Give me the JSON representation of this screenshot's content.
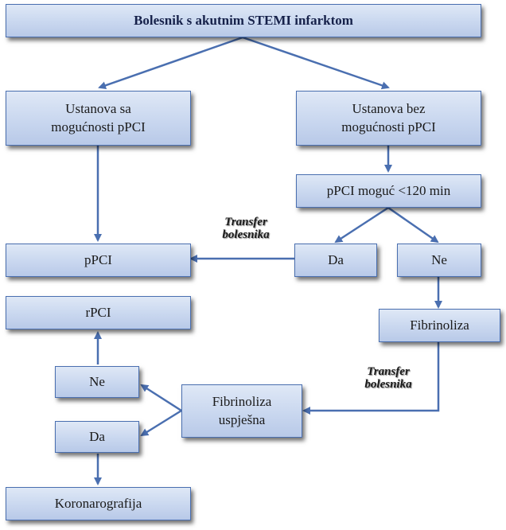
{
  "boxes": {
    "patient": "Bolesnik s akutnim STEMI infarktom",
    "facility_with": {
      "line1": "Ustanova sa",
      "line2": "mogućnosti pPCI"
    },
    "facility_without": {
      "line1": "Ustanova bez",
      "line2": "mogućnosti pPCI"
    },
    "ppci_possible": "pPCI moguć <120 min",
    "ppci": "pPCI",
    "da_right": "Da",
    "ne_right": "Ne",
    "rpci": "rPCI",
    "fibrinolysis": "Fibrinoliza",
    "ne_left": "Ne",
    "fib_success": {
      "line1": "Fibrinoliza",
      "line2": "uspješna"
    },
    "da_left": "Da",
    "coronarography": "Koronarografija"
  },
  "labels": {
    "transfer_top": {
      "line1": "Transfer",
      "line2": "bolesnika"
    },
    "transfer_bottom": {
      "line1": "Transfer",
      "line2": "bolesnika"
    }
  }
}
